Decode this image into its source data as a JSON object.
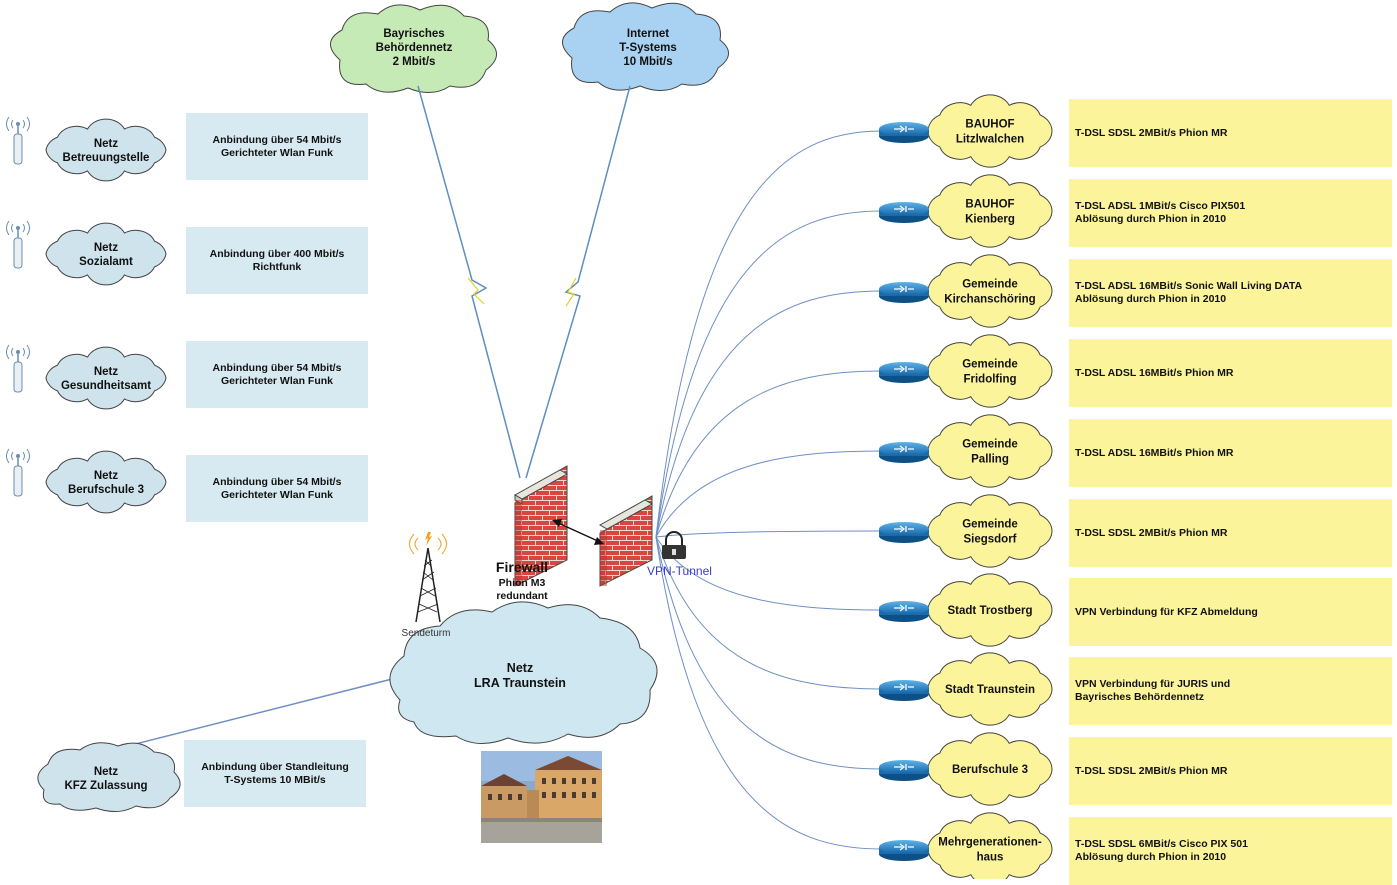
{
  "top_clouds": [
    {
      "lines": [
        "Bayrisches",
        "Behördennetz",
        "2 Mbit/s"
      ],
      "color": "#c6eab6"
    },
    {
      "lines": [
        "Internet",
        "T-Systems",
        "10 Mbit/s"
      ],
      "color": "#a9d2f2"
    }
  ],
  "left_nets": [
    {
      "lines": [
        "Netz",
        "Betreuungstelle"
      ],
      "link_lines": [
        "Anbindung über 54 Mbit/s",
        "Gerichteter Wlan Funk"
      ]
    },
    {
      "lines": [
        "Netz",
        "Sozialamt"
      ],
      "link_lines": [
        "Anbindung über 400 Mbit/s",
        "Richtfunk"
      ]
    },
    {
      "lines": [
        "Netz",
        "Gesundheitsamt"
      ],
      "link_lines": [
        "Anbindung über 54 Mbit/s",
        "Gerichteter Wlan Funk"
      ]
    },
    {
      "lines": [
        "Netz",
        "Berufschule 3"
      ],
      "link_lines": [
        "Anbindung über 54 Mbit/s",
        "Gerichteter Wlan Funk"
      ]
    }
  ],
  "kfz": {
    "lines": [
      "Netz",
      "KFZ Zulassung"
    ],
    "link_lines": [
      "Anbindung über Standleitung",
      "T-Systems 10 MBit/s"
    ]
  },
  "center": {
    "cloud_lines": [
      "Netz",
      "LRA Traunstein"
    ],
    "firewall_title": "Firewall",
    "firewall_sub": [
      "Phion M3",
      "redundant"
    ],
    "vpn_label": "VPN-Tunnel",
    "tower_label": "Sendeturm"
  },
  "branches": [
    {
      "lines": [
        "BAUHOF",
        "Litzlwalchen"
      ],
      "info": [
        "T-DSL SDSL 2MBit/s Phion MR"
      ]
    },
    {
      "lines": [
        "BAUHOF",
        "Kienberg"
      ],
      "info": [
        "T-DSL ADSL 1MBit/s Cisco PIX501",
        "Ablösung durch Phion in 2010"
      ]
    },
    {
      "lines": [
        "Gemeinde",
        "Kirchanschöring"
      ],
      "info": [
        "T-DSL ADSL 16MBit/s Sonic Wall Living DATA",
        "Ablösung durch Phion in 2010"
      ]
    },
    {
      "lines": [
        "Gemeinde",
        "Fridolfing"
      ],
      "info": [
        "T-DSL ADSL 16MBit/s Phion MR"
      ]
    },
    {
      "lines": [
        "Gemeinde",
        "Palling"
      ],
      "info": [
        "T-DSL ADSL 16MBit/s Phion MR"
      ]
    },
    {
      "lines": [
        "Gemeinde",
        "Siegsdorf"
      ],
      "info": [
        "T-DSL SDSL 2MBit/s Phion MR"
      ]
    },
    {
      "lines": [
        "Stadt Trostberg"
      ],
      "info": [
        "VPN Verbindung für KFZ Abmeldung"
      ]
    },
    {
      "lines": [
        "Stadt Traunstein"
      ],
      "info": [
        "VPN Verbindung für JURIS und",
        "Bayrisches Behördennetz"
      ]
    },
    {
      "lines": [
        "Berufschule 3"
      ],
      "info": [
        "T-DSL SDSL 2MBit/s Phion MR"
      ]
    },
    {
      "lines": [
        "Mehrgenerationen-",
        "haus"
      ],
      "info": [
        "T-DSL SDSL 6MBit/s Cisco PIX 501",
        "Ablösung durch Phion in 2010"
      ]
    }
  ],
  "colors": {
    "left_cloud": "#cfe3ec",
    "center_cloud": "#cfe7f0",
    "branch_cloud": "#fcf49a",
    "link_line": "#6f8fc4",
    "router": "#1f82c8",
    "vpn_text": "#3b3bd0"
  }
}
